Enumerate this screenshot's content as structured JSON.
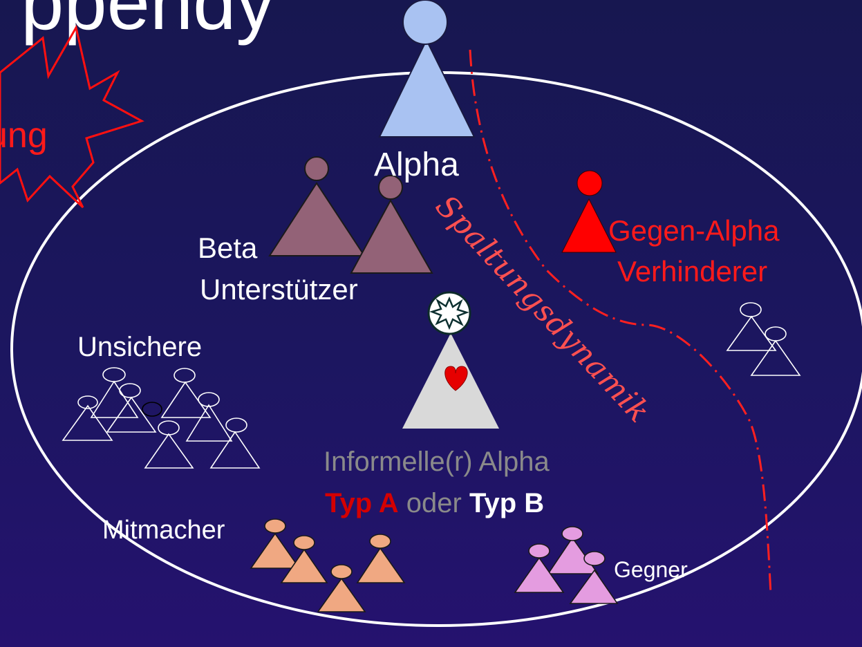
{
  "title_fragment": "ppendy",
  "burst_text": "ung",
  "labels": {
    "alpha": "Alpha",
    "beta": "Beta",
    "unterstuetzer": "Unterstützer",
    "unsichere": "Unsichere",
    "gegen_alpha": "Gegen-Alpha",
    "verhinderer": "Verhinderer",
    "informelle": "Informelle(r) Alpha",
    "typ_a": "Typ A",
    "oder": "oder",
    "typ_b": "Typ B",
    "mitmacher": "Mitmacher",
    "gegner": "Gegner",
    "spaltung": "Spaltungsdynamik"
  },
  "colors": {
    "alpha": "#a9c2f2",
    "beta": "#936277",
    "gegen_alpha": "#ff0000",
    "informell": "#d9d9d9",
    "mitmacher": "#f0a882",
    "gegner": "#e49ce0",
    "spaltung_line": "#ff2020"
  },
  "icons": {
    "burst": "starburst-icon",
    "explosion": "explosion-badge-icon",
    "heart": "heart-icon"
  }
}
